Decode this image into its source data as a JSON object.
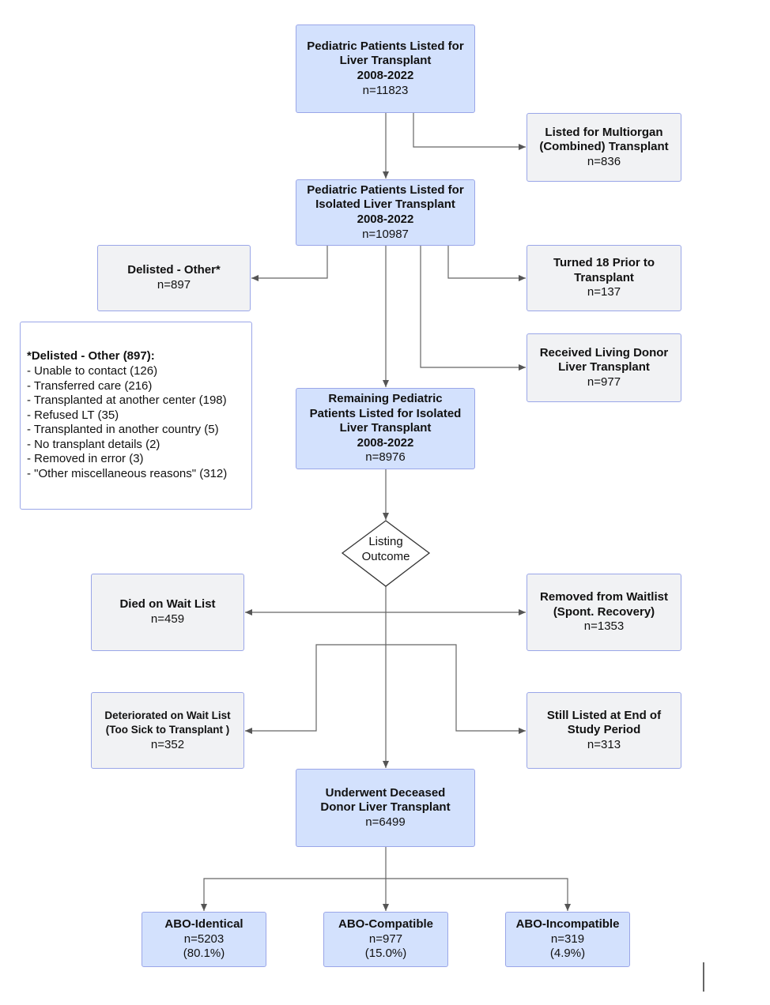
{
  "boxes": {
    "listed": {
      "lines": [
        "Pediatric Patients Listed for",
        "Liver Transplant",
        "2008-2022"
      ],
      "n": "n=11823"
    },
    "multiorgan": {
      "lines": [
        "Listed for Multiorgan",
        "(Combined) Transplant"
      ],
      "n": "n=836"
    },
    "isolated": {
      "lines": [
        "Pediatric Patients Listed for",
        "Isolated Liver Transplant",
        "2008-2022"
      ],
      "n": "n=10987"
    },
    "delisted_other": {
      "lines": [
        "Delisted - Other*"
      ],
      "n": "n=897"
    },
    "turned18": {
      "lines": [
        "Turned 18 Prior to",
        "Transplant"
      ],
      "n": "n=137"
    },
    "living_donor": {
      "lines": [
        "Received Living Donor",
        "Liver Transplant"
      ],
      "n": "n=977"
    },
    "remaining": {
      "lines": [
        "Remaining Pediatric",
        "Patients Listed for Isolated",
        "Liver Transplant",
        "2008-2022"
      ],
      "n": "n=8976"
    },
    "died": {
      "lines": [
        "Died on Wait List"
      ],
      "n": "n=459"
    },
    "removed": {
      "lines": [
        "Removed from Waitlist",
        "(Spont. Recovery)"
      ],
      "n": "n=1353"
    },
    "deteriorated": {
      "lines": [
        "Deteriorated on Wait List",
        "(Too Sick to Transplant )"
      ],
      "n": "n=352"
    },
    "still_listed": {
      "lines": [
        "Still Listed at End of",
        "Study Period"
      ],
      "n": "n=313"
    },
    "deceased_donor": {
      "lines": [
        "Underwent Deceased",
        "Donor Liver Transplant"
      ],
      "n": "n=6499"
    },
    "abo_identical": {
      "lines": [
        "ABO-Identical"
      ],
      "n": "n=5203",
      "pct": "(80.1%)"
    },
    "abo_compatible": {
      "lines": [
        "ABO-Compatible"
      ],
      "n": "n=977",
      "pct": "(15.0%)"
    },
    "abo_incompatible": {
      "lines": [
        "ABO-Incompatible"
      ],
      "n": "n=319",
      "pct": "(4.9%)"
    }
  },
  "decision": {
    "lines": [
      "Listing",
      "Outcome"
    ]
  },
  "notes": {
    "title": "*Delisted - Other (897):",
    "items": [
      "- Unable to contact (126)",
      "- Transferred care (216)",
      "- Transplanted at another center (198)",
      "- Refused LT (35)",
      "- Transplanted in another country (5)",
      "- No transplant details (2)",
      "- Removed in error (3)",
      "- \"Other miscellaneous reasons\" (312)"
    ]
  },
  "colors": {
    "box_blue": "#d3e1fd",
    "box_grey": "#f1f2f4",
    "border": "#9aa6e8",
    "connector": "#555555"
  }
}
